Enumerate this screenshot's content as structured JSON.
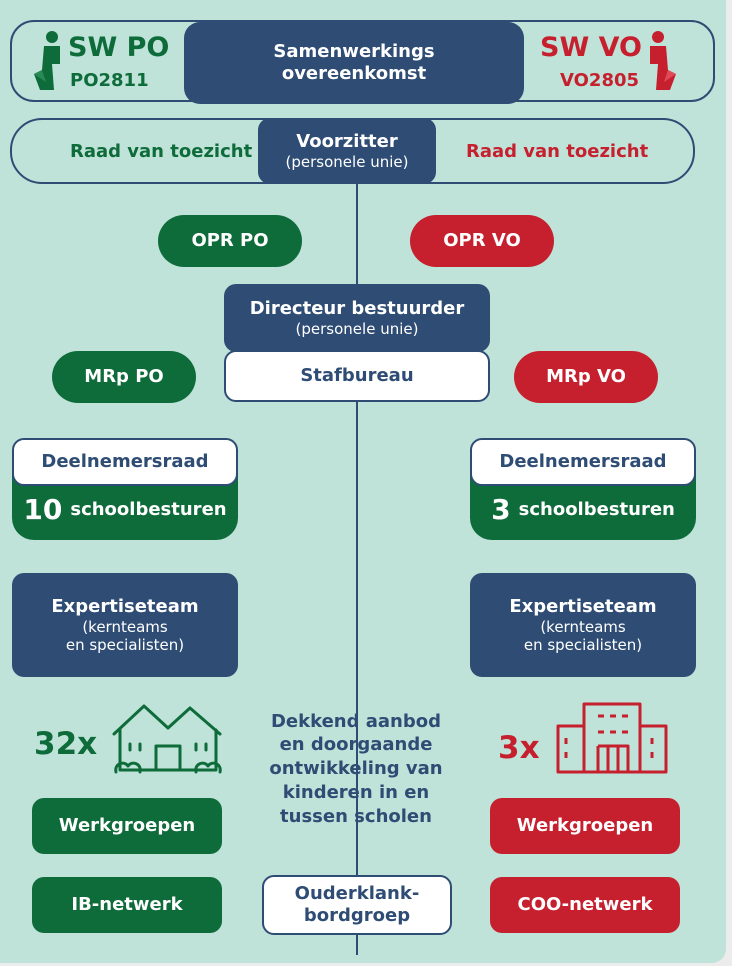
{
  "header": {
    "po_title": "SW PO",
    "po_code": "PO2811",
    "vo_title": "SW VO",
    "vo_code": "VO2805",
    "center_line1": "Samenwerkings",
    "center_line2": "overeenkomst"
  },
  "board": {
    "left_label": "Raad van toezicht",
    "right_label": "Raad van toezicht",
    "center_title": "Voorzitter",
    "center_sub": "(personele unie)"
  },
  "opr": {
    "po": "OPR PO",
    "vo": "OPR VO"
  },
  "director": {
    "title": "Directeur bestuurder",
    "sub": "(personele unie)"
  },
  "mr": {
    "po": "MRp PO",
    "vo": "MRp VO",
    "staff": "Stafbureau"
  },
  "participants": {
    "label": "Deelnemersraad",
    "po_count": "10",
    "vo_count": "3",
    "suffix": "schoolbesturen"
  },
  "expertise": {
    "title": "Expertiseteam",
    "line1": "(kernteams",
    "line2": "en specialisten)"
  },
  "schools": {
    "po_count": "32x",
    "vo_count": "3x"
  },
  "center_text": {
    "line1": "Dekkend aanbod",
    "line2": "en doorgaande",
    "line3": "ontwikkeling van",
    "line4": "kinderen in en",
    "line5": "tussen scholen"
  },
  "workgroups": {
    "po": "Werkgroepen",
    "vo": "Werkgroepen"
  },
  "networks": {
    "po": "IB-netwerk",
    "vo": "COO-netwerk",
    "center_line1": "Ouderklank-",
    "center_line2": "bordgroep"
  },
  "colors": {
    "background": "#bfe3d9",
    "navy": "#2e4c74",
    "green": "#0e6b3a",
    "red": "#c6202f"
  }
}
